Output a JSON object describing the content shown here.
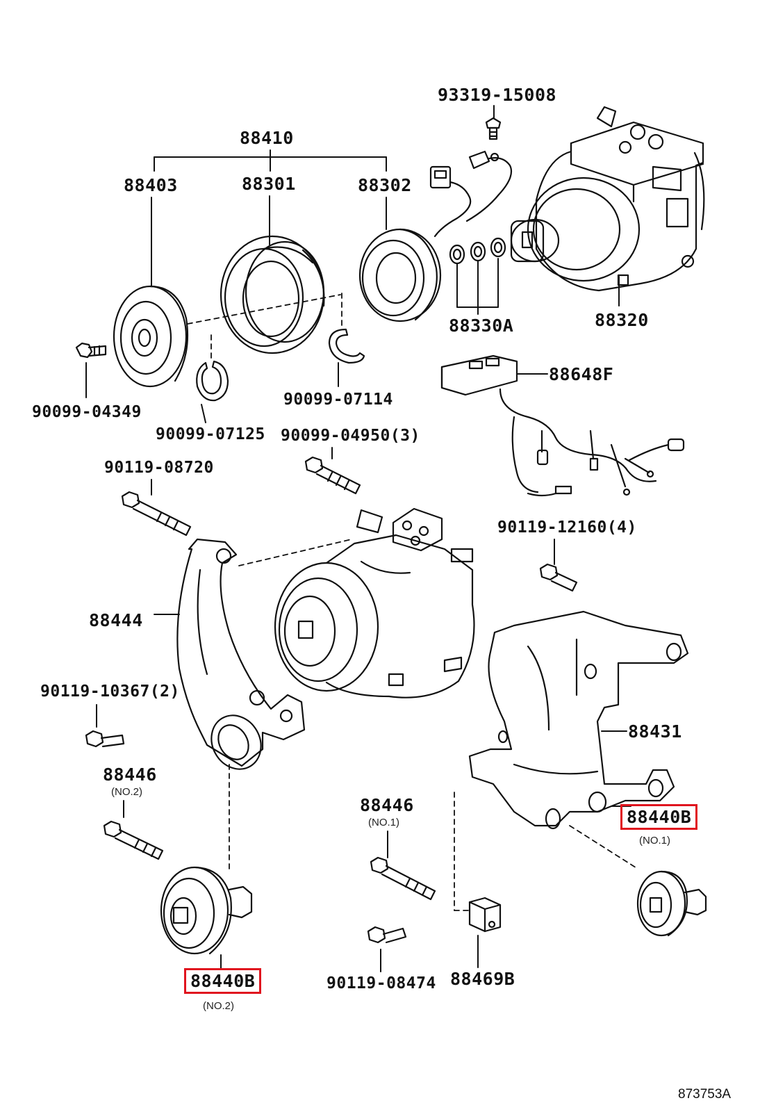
{
  "diagram": {
    "labels": {
      "l93319_15008": "93319-15008",
      "l88410": "88410",
      "l88403": "88403",
      "l88301": "88301",
      "l88302": "88302",
      "l88320": "88320",
      "l88330a": "88330A",
      "l90099_04349": "90099-04349",
      "l90099_07125": "90099-07125",
      "l90099_07114": "90099-07114",
      "l88648f": "88648F",
      "l90099_04950": "90099-04950(3)",
      "l90119_08720": "90119-08720",
      "l90119_12160": "90119-12160(4)",
      "l88444": "88444",
      "l90119_10367": "90119-10367(2)",
      "l88431": "88431",
      "l88446_no2": "88446",
      "l88446_no2_sub": "(NO.2)",
      "l88446_no1": "88446",
      "l88446_no1_sub": "(NO.1)",
      "l88440b_no1": "88440B",
      "l88440b_no1_sub": "(NO.1)",
      "l88440b_no2": "88440B",
      "l88440b_no2_sub": "(NO.2)",
      "l90119_08474": "90119-08474",
      "l88469b": "88469B"
    },
    "reference_code": "873753A",
    "highlight_color": "#e0141e"
  }
}
